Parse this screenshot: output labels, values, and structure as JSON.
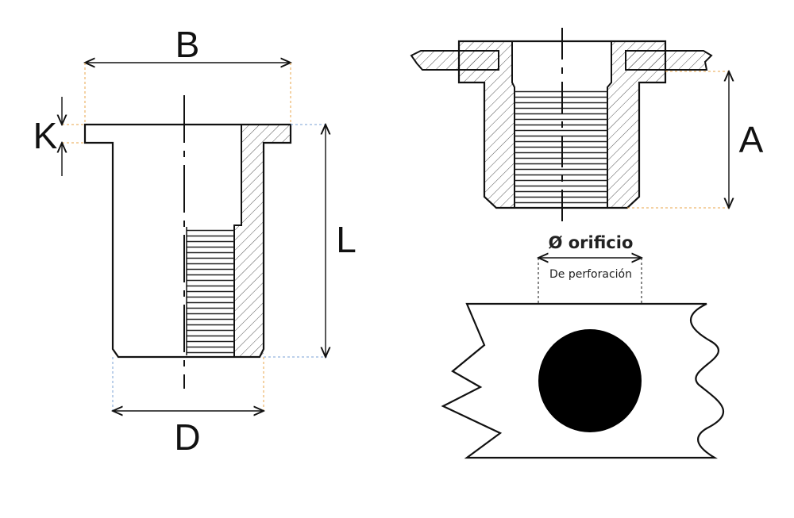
{
  "labels": {
    "B": "B",
    "K": "K",
    "L": "L",
    "D": "D",
    "A": "A"
  },
  "hole": {
    "title": "Ø orificio",
    "subtitle": "De perforación"
  },
  "colors": {
    "line": "#111111",
    "hatch": "#555555",
    "dim_orange": "#e8a44a",
    "dim_blue": "#7aa0d6",
    "fill_black": "#000000"
  }
}
